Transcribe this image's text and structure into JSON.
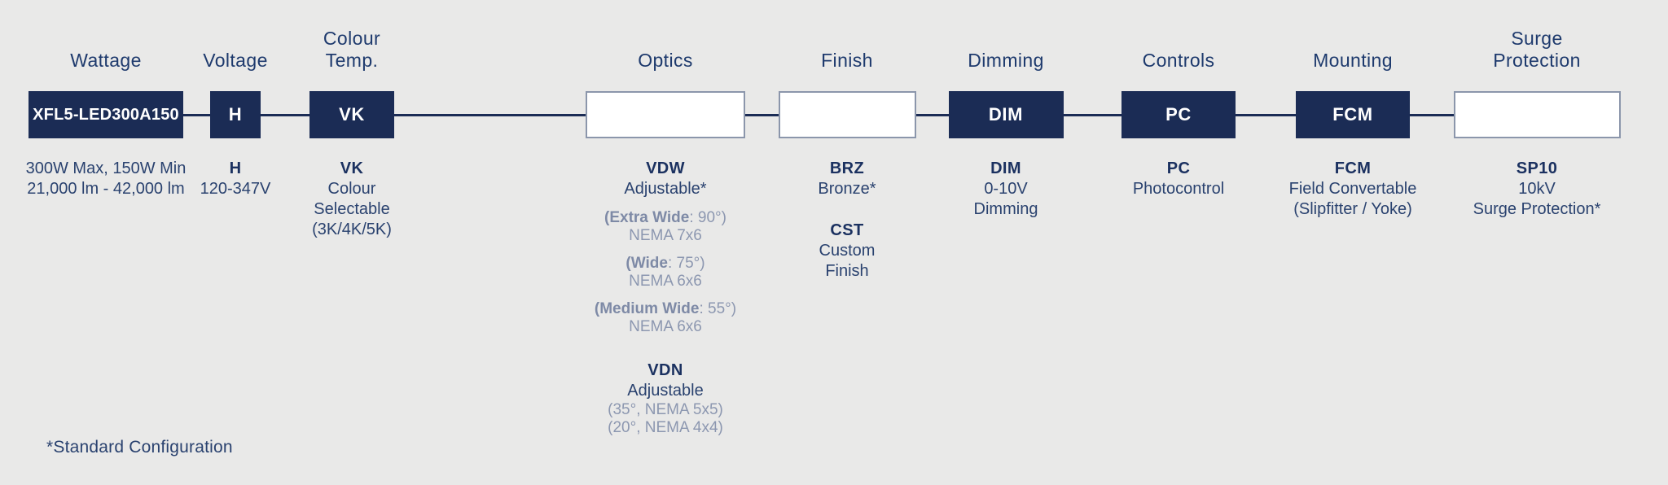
{
  "colors": {
    "background": "#e9e9e8",
    "navy_box": "#1b2c55",
    "navy_text": "#1e3a6d",
    "muted_text": "#8c97b0",
    "outline_border": "#8b96ab"
  },
  "footnote": "*Standard Configuration",
  "columns": [
    {
      "label": "Wattage",
      "box": "XFL5-LED300A150",
      "groups": [
        {
          "text": "300W Max, 150W Min\n21,000 lm - 42,000 lm"
        }
      ]
    },
    {
      "label": "Voltage",
      "box": "H",
      "groups": [
        {
          "code": "H",
          "text": "120-347V"
        }
      ]
    },
    {
      "label": "Colour\nTemp.",
      "box": "VK",
      "groups": [
        {
          "code": "VK",
          "text": "Colour\nSelectable\n(3K/4K/5K)"
        }
      ]
    },
    {
      "label": "Optics",
      "box": "",
      "groups": [
        {
          "code": "VDW",
          "text": "Adjustable*"
        },
        {
          "strong": "(Extra Wide",
          "post": ": 90°)",
          "sub": "NEMA 7x6"
        },
        {
          "strong": "(Wide",
          "post": ": 75°)",
          "sub": "NEMA 6x6"
        },
        {
          "strong": "(Medium Wide",
          "post": ": 55°)",
          "sub": "NEMA 6x6"
        },
        {
          "code": "VDN",
          "text": "Adjustable",
          "muted": "(35°, NEMA 5x5)\n(20°, NEMA 4x4)"
        }
      ]
    },
    {
      "label": "Finish",
      "box": "",
      "groups": [
        {
          "code": "BRZ",
          "text": "Bronze*"
        },
        {
          "code": "CST",
          "text": "Custom\nFinish"
        }
      ]
    },
    {
      "label": "Dimming",
      "box": "DIM",
      "groups": [
        {
          "code": "DIM",
          "text": "0-10V\nDimming"
        }
      ]
    },
    {
      "label": "Controls",
      "box": "PC",
      "groups": [
        {
          "code": "PC",
          "text": "Photocontrol"
        }
      ]
    },
    {
      "label": "Mounting",
      "box": "FCM",
      "groups": [
        {
          "code": "FCM",
          "text": "Field Convertable\n(Slipfitter / Yoke)"
        }
      ]
    },
    {
      "label": "Surge\nProtection",
      "box": "",
      "groups": [
        {
          "code": "SP10",
          "text": "10kV\nSurge Protection*"
        }
      ]
    }
  ]
}
